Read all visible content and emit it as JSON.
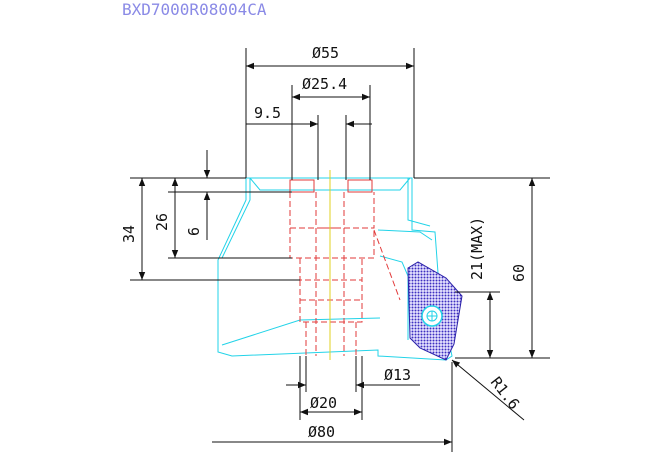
{
  "title": "BXD7000R08004CA",
  "colors": {
    "title": "#8a8ae6",
    "outline": "#22d3e8",
    "hidden": "#e23a3a",
    "centerline": "#e0d020",
    "dimension": "#111111",
    "insert_fill": "#4b3fc8"
  },
  "dimensions": {
    "d55": "Ø55",
    "d25_4": "Ø25.4",
    "w9_5": "9.5",
    "h34": "34",
    "h26": "26",
    "h6": "6",
    "h21max": "21(MAX)",
    "h60": "60",
    "d13": "Ø13",
    "r1_6": "R1.6",
    "d20": "Ø20",
    "d80": "Ø80"
  }
}
